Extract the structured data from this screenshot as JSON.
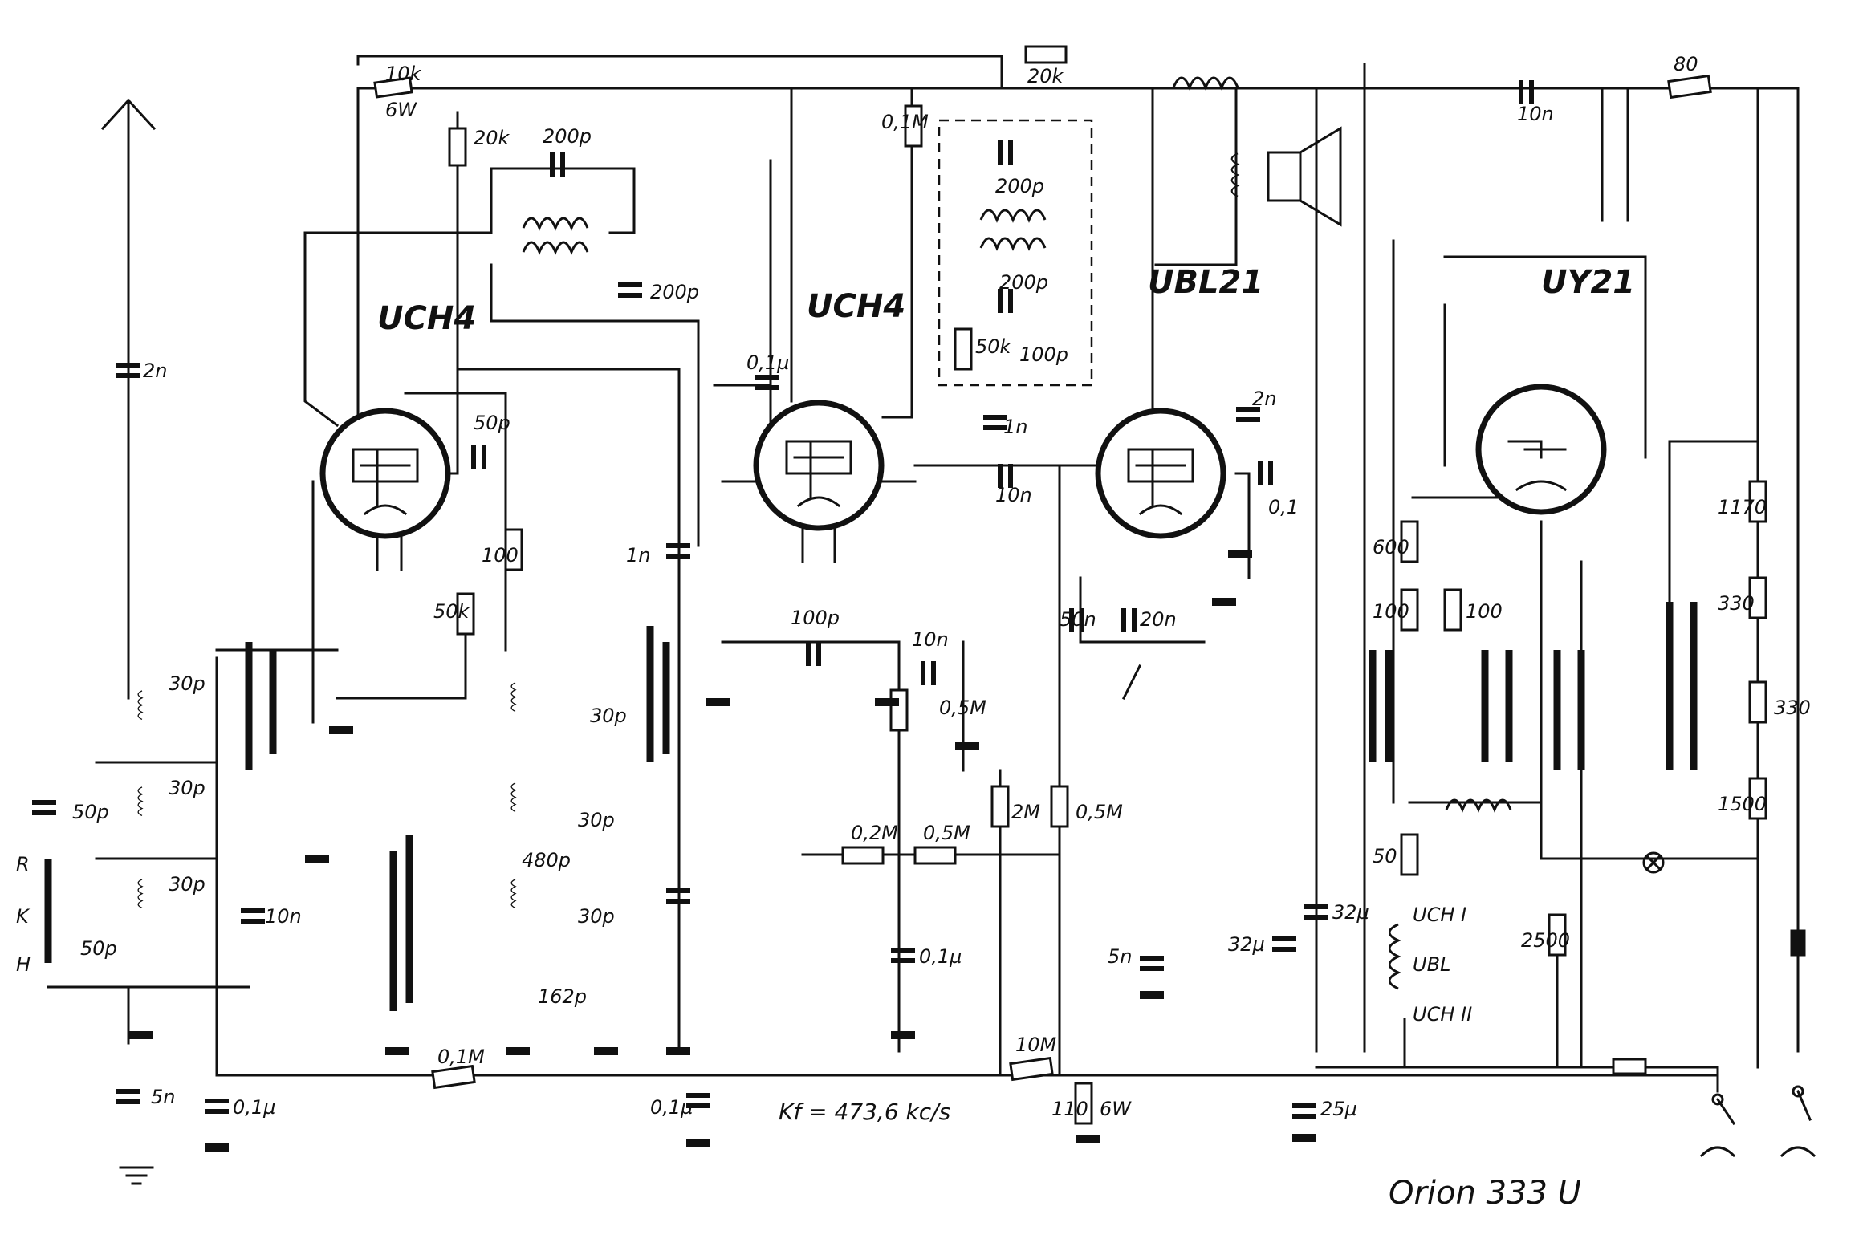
{
  "title": "Orion 333 U",
  "if_note": "Kf = 473,6 kc/s",
  "tubes": [
    "UCH4",
    "UCH4",
    "UBL21",
    "UY21"
  ],
  "switch_positions": [
    "R",
    "K",
    "H"
  ],
  "heater_chain": [
    "UCH I",
    "UBL",
    "UCH II"
  ],
  "resistors": {
    "r_10k": "10k",
    "r_6w_a": "6W",
    "r_20k_a": "20k",
    "r_20k_top": "20k",
    "r_0m1_a": "0,1M",
    "r_50k_a": "50k",
    "r_100_a": "100",
    "r_50k_b": "50k",
    "r_0m5_vol": "0,5M",
    "r_2m": "2M",
    "r_0m5_b": "0,5M",
    "r_0m2": "0,2M",
    "r_0m5_c": "0,5M",
    "r_0m1_b": "0,1M",
    "r_10m": "10M",
    "r_110": "110",
    "r_6w_b": "6W",
    "r_80": "80",
    "r_600": "600",
    "r_100_b": "100",
    "r_100_c": "100",
    "r_50": "50",
    "r_1170": "1170",
    "r_330_a": "330",
    "r_330_b": "330",
    "r_1500": "1500",
    "r_2500": "2500"
  },
  "capacitors": {
    "c_2n_ant": "2n",
    "c_50p_a": "50p",
    "c_30p_a": "30p",
    "c_30p_b": "30p",
    "c_30p_c": "30p",
    "c_50p_b": "50p",
    "c_10n_a": "10n",
    "c_5n_a": "5n",
    "c_0u1_a": "0,1µ",
    "c_200p_a": "200p",
    "c_200p_b": "200p",
    "c_50p_c": "50p",
    "c_1n_a": "1n",
    "c_30p_d": "30p",
    "c_30p_e": "30p",
    "c_30p_f": "30p",
    "c_480p": "480p",
    "c_162p": "162p",
    "c_0u1_b": "0,1µ",
    "c_0u1_grid": "0,1µ",
    "c_200p_c": "200p",
    "c_200p_d": "200p",
    "c_100p_a": "100p",
    "c_1n_b": "1n",
    "c_10n_b": "10n",
    "c_100p_b": "100p",
    "c_10n_c": "10n",
    "c_0u1_c": "0,1µ",
    "c_2n_b": "2n",
    "c_0u1_d": "0,1",
    "c_50n": "50n",
    "c_20n": "20n",
    "c_5n_b": "5n",
    "c_32u_a": "32µ",
    "c_32u_b": "32µ",
    "c_25u": "25µ",
    "c_10n_d": "10n"
  }
}
